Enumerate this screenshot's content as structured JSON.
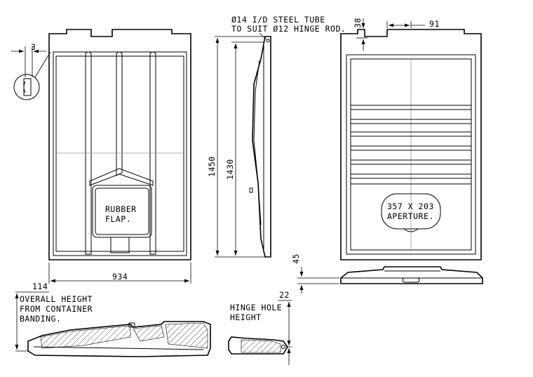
{
  "dimensions": {
    "d3": "3",
    "d934": "934",
    "d114": "114",
    "d1450": "1450",
    "d1430": "1430",
    "d38": "38",
    "d91": "91",
    "d45": "45",
    "d22": "22"
  },
  "labels": {
    "steel_tube_line1": "Ø14 I/D STEEL TUBE",
    "steel_tube_line2": "TO SUIT Ø12 HINGE ROD.",
    "rubber_flap_line1": "RUBBER",
    "rubber_flap_line2": "FLAP.",
    "aperture_line1": "357 X 203",
    "aperture_line2": "APERTURE.",
    "overall_height_line1": "OVERALL HEIGHT",
    "overall_height_line2": "FROM CONTAINER",
    "overall_height_line3": "BANDING.",
    "hinge_hole_line1": "HINGE HOLE",
    "hinge_hole_line2": "HEIGHT"
  }
}
